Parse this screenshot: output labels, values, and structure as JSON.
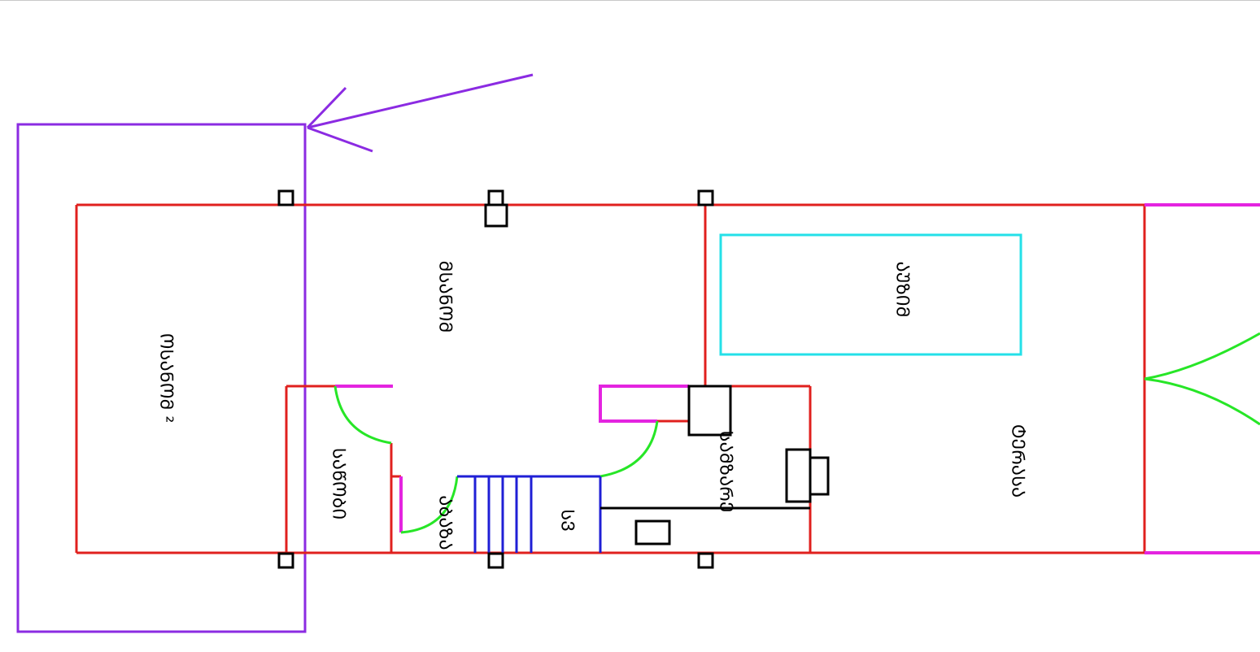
{
  "colors": {
    "wall": "#e0201e",
    "plot_outline": "#8b2be2",
    "pool": "#24e0e8",
    "opening": "#e424e0",
    "door_swing": "#27e627",
    "stairs": "#1f1fd6",
    "fixture": "#000000"
  },
  "icons": {
    "arrow": "north-arrow-icon",
    "column": "column-square-icon"
  },
  "rooms": [
    {
      "id": "left-room",
      "label": "ᲝᲡᲐᲜᲝᲛ ²",
      "note": "²"
    },
    {
      "id": "hall",
      "label": "ᲛᲡᲐᲜᲝᲛ",
      "note": "²"
    },
    {
      "id": "pool",
      "label": "ᲐᲣᲖᲘᲛ",
      "note": "²"
    },
    {
      "id": "terrace",
      "label": "ᲢᲔᲠᲐᲡᲐ",
      "note": "²"
    },
    {
      "id": "kitchen",
      "label": "ᲡᲐᲛᲖᲐᲠᲔ",
      "note": "²"
    },
    {
      "id": "wc",
      "label": "ᲡᲕ",
      "note": "²"
    },
    {
      "id": "storage",
      "label": "ᲡᲐᲬᲝᲑᲘ",
      "note": "²"
    },
    {
      "id": "bath",
      "label": "ᲐᲑᲐᲖᲐ",
      "note": "²"
    }
  ]
}
